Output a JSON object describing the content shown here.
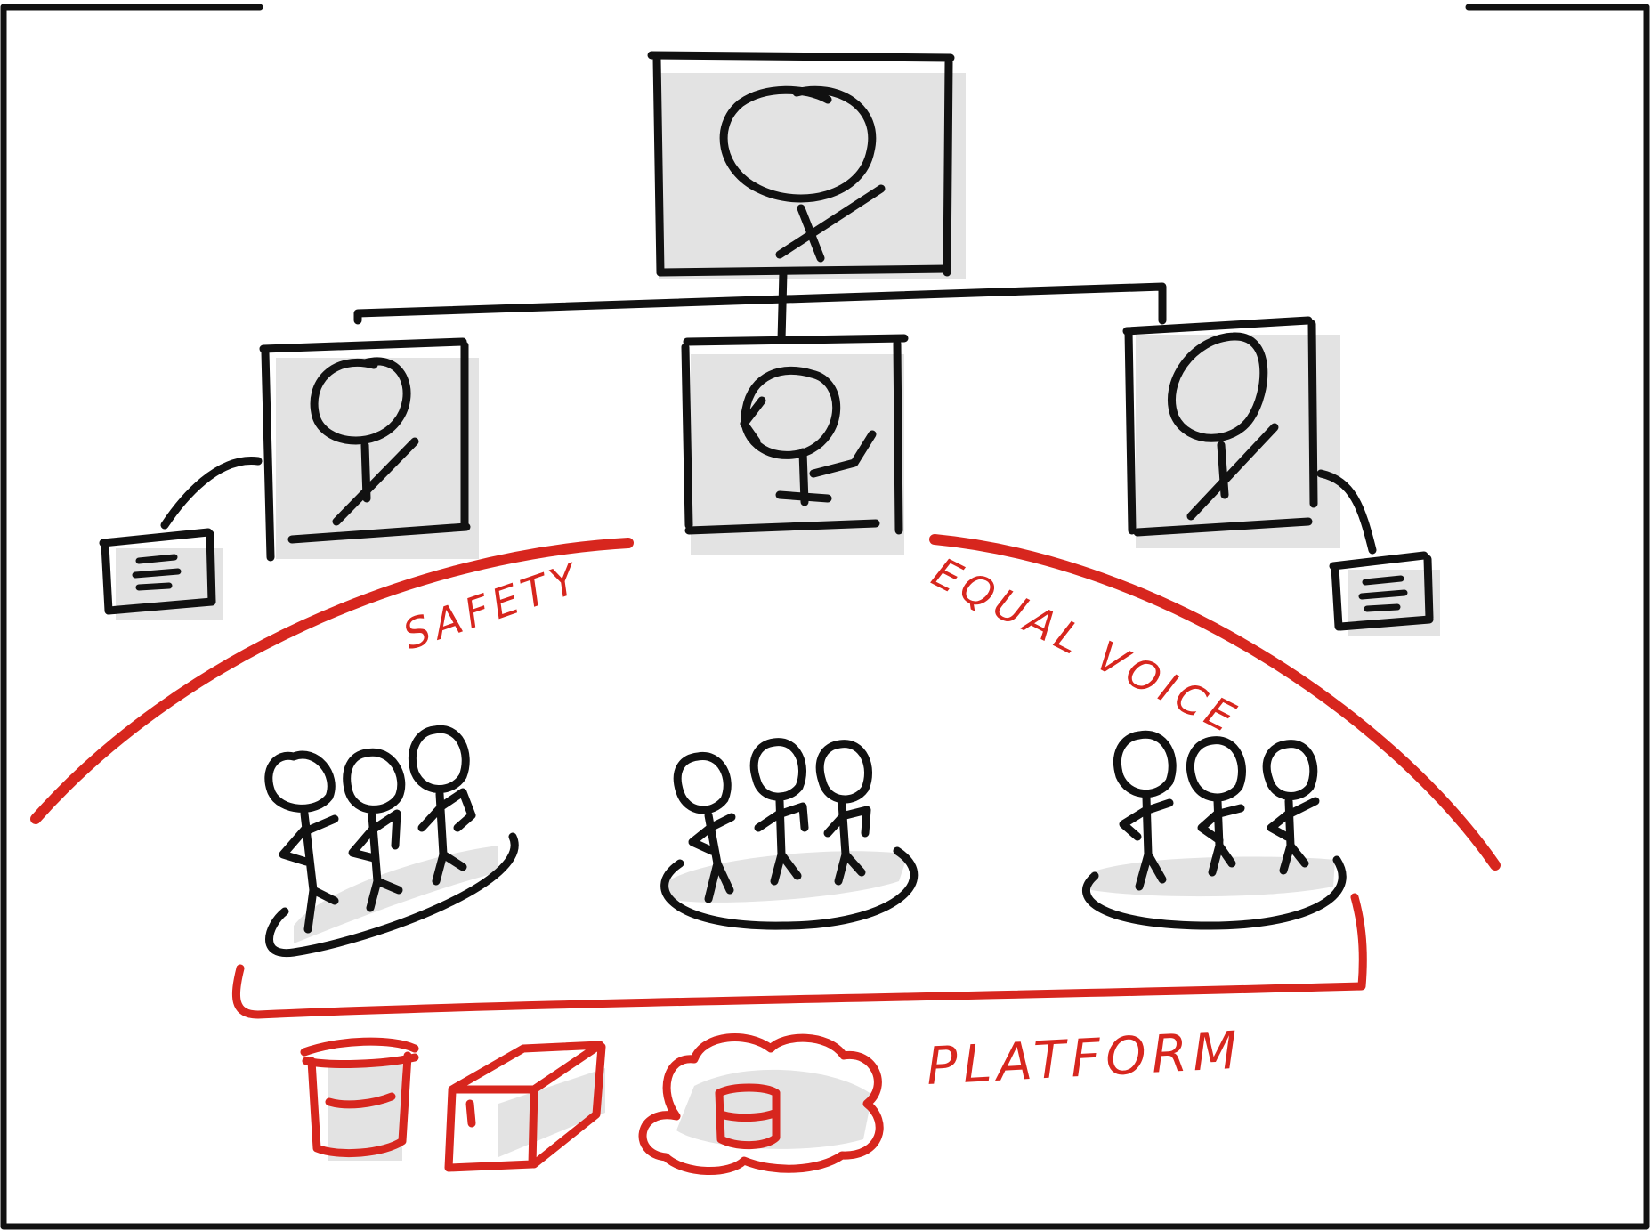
{
  "labels": {
    "safety": "SAFETY",
    "equal_voice": "EQUAL VOICE",
    "platform": "PLATFORM"
  },
  "colors": {
    "ink": "#111111",
    "accent": "#d7261e",
    "shadow": "#e3e3e3",
    "background": "#ffffff"
  },
  "icons": {
    "leader": "stick-figure-icon",
    "manager": "stick-figure-icon",
    "specialist": "person-at-desk-icon",
    "document": "document-icon",
    "database": "database-cylinder-icon",
    "server": "server-box-icon",
    "cloud": "cloud-database-icon"
  }
}
